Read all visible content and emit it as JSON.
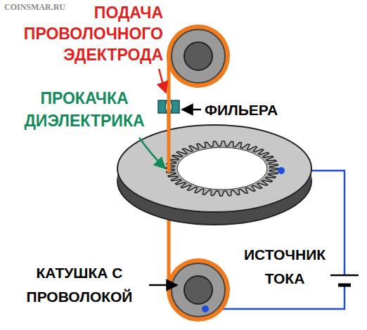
{
  "diagram": {
    "labels": [
      "COINSMAR.RU",
      "ПОДАЧА ПРОВОЛОЧНОГО ЭДЕКТРОДА",
      "ПРОКАЧКА ДИЭЛЕКТРИКА",
      "ФИЛЬЕРА",
      "ИСТОЧНИК ТОКА",
      "КАТУШКА С ПРОВОЛОКОЙ"
    ]
  }
}
